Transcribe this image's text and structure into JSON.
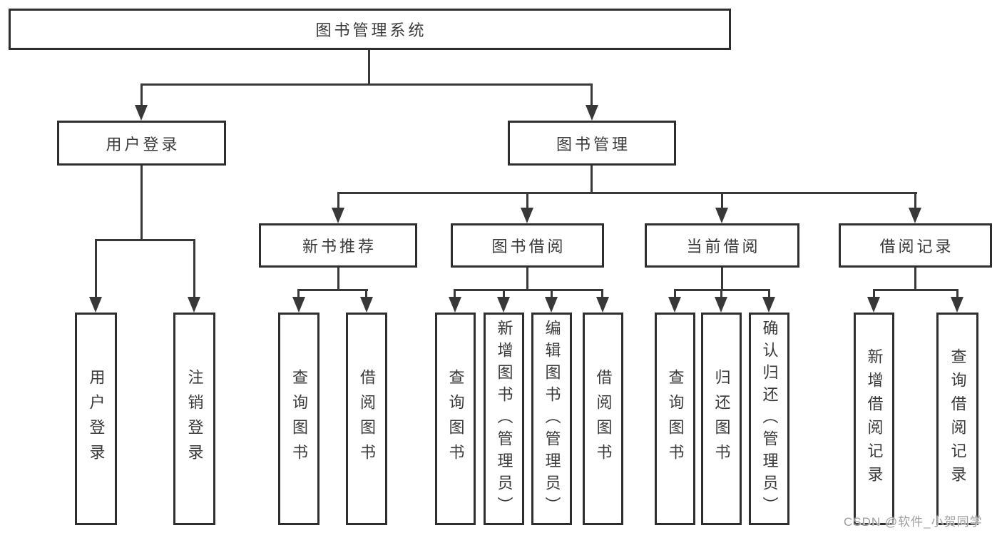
{
  "colors": {
    "background": "#ffffff",
    "line": "#383838",
    "box_border": "#2e2e2e",
    "box_fill": "#ffffff",
    "label_text": "#3a3a3a",
    "watermark_text": "#9e9e9e"
  },
  "watermark": {
    "text": "CSDN @软件_小贺同学"
  },
  "diagram": {
    "type": "hierarchy-flowchart",
    "root": {
      "label": "图书管理系统"
    },
    "branches": [
      {
        "label": "用户登录",
        "children": [
          {
            "label": "用户登录"
          },
          {
            "label": "注销登录"
          }
        ]
      },
      {
        "label": "图书管理",
        "groups": [
          {
            "label": "新书推荐",
            "children": [
              {
                "label": "查询图书"
              },
              {
                "label": "借阅图书"
              }
            ]
          },
          {
            "label": "图书借阅",
            "children": [
              {
                "label": "查询图书"
              },
              {
                "label": "新增图书（管理员）"
              },
              {
                "label": "编辑图书（管理员）"
              },
              {
                "label": "借阅图书"
              }
            ]
          },
          {
            "label": "当前借阅",
            "children": [
              {
                "label": "查询图书"
              },
              {
                "label": "归还图书"
              },
              {
                "label": "确认归还（管理员）"
              }
            ]
          },
          {
            "label": "借阅记录",
            "children": [
              {
                "label": "新增借阅记录"
              },
              {
                "label": "查询借阅记录"
              }
            ]
          }
        ]
      }
    ]
  }
}
